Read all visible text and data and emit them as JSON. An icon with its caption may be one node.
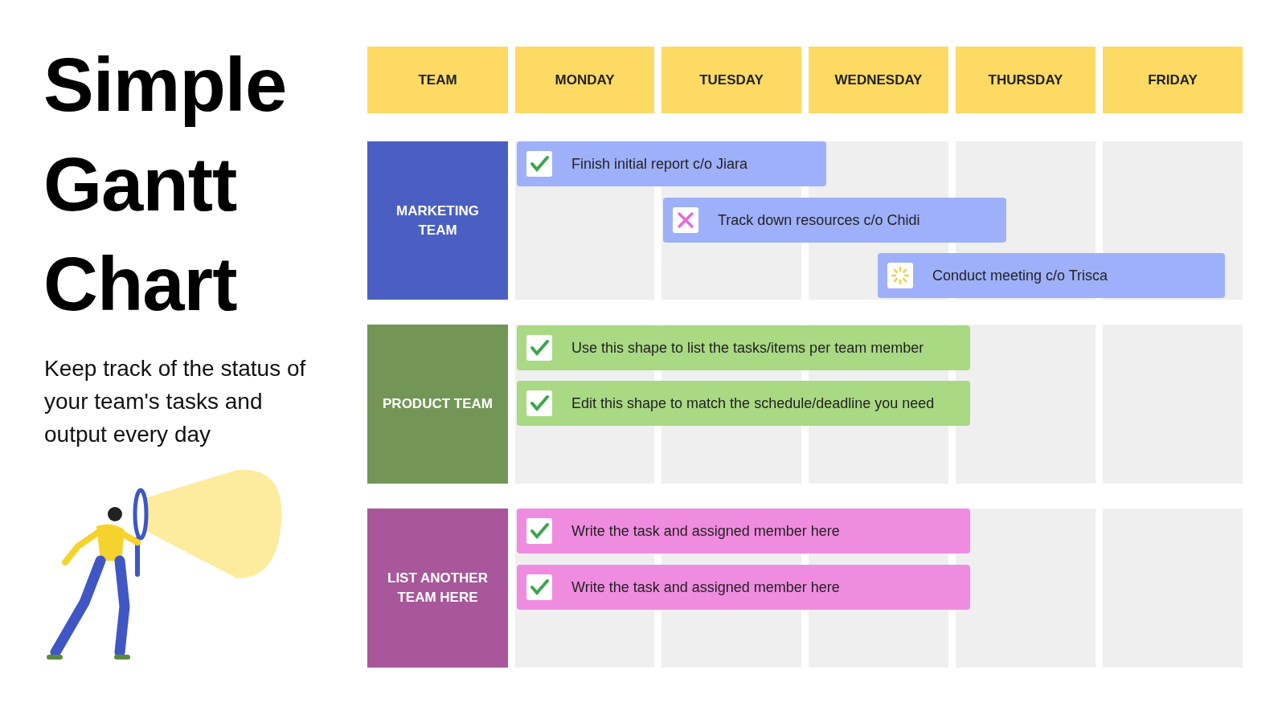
{
  "diagram": {
    "title": "Simple Gantt Chart",
    "nodes": [
      {
        "text": [
          "TEAM"
        ]
      },
      {
        "text": [
          "MONDAY"
        ]
      },
      {
        "text": [
          "TUESDAY"
        ]
      },
      {
        "text": [
          "WEDNESDAY"
        ]
      },
      {
        "text": [
          "THURSDAY"
        ]
      },
      {
        "text": [
          "FRIDAY"
        ]
      },
      {
        "text": [
          "MARKETING TEAM"
        ]
      },
      {
        "text": [
          "Finish initial report c/o Jiara"
        ]
      },
      {
        "text": [
          "Track down resources c/o Chidi"
        ]
      },
      {
        "text": [
          "Conduct meeting c/o Trisca"
        ]
      },
      {
        "text": [
          "PRODUCT TEAM"
        ]
      },
      {
        "text": [
          "Use this shape to list the tasks/items per team member"
        ]
      },
      {
        "text": [
          "Edit this shape to match the schedule/deadline you need"
        ]
      },
      {
        "text": [
          "LIST ANOTHER TEAM HERE"
        ]
      },
      {
        "text": [
          "Write the task and assigned member here"
        ]
      },
      {
        "text": [
          "Write the task and assigned member here"
        ]
      }
    ],
    "labels": [
      "Keep track of the status of your team's tasks and output every day"
    ]
  }
}
